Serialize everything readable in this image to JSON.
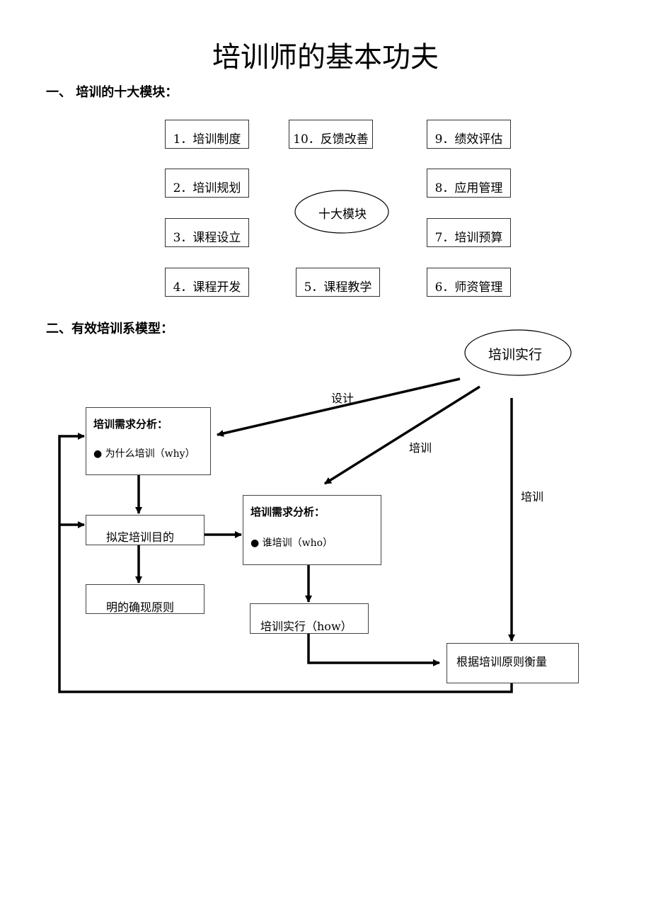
{
  "title": "培训师的基本功夫",
  "section1": {
    "heading": "一、  培训的十大模块：",
    "center": "十大模块",
    "modules": [
      "1．培训制度",
      "2．培训规划",
      "3．课程设立",
      "4．课程开发",
      "5．课程教学",
      "6．师资管理",
      "7．培训预算",
      "8．应用管理",
      "9．绩效评估",
      "10．反馈改善"
    ]
  },
  "section2": {
    "heading": "二、有效培训系模型：",
    "top_node": "培训实行",
    "edge_labels": {
      "design": "设计",
      "exec": "培训",
      "eval": "培训"
    },
    "box_why": {
      "title": "培训需求分析：",
      "bullet": "为什么培训（why）"
    },
    "box_goal": "拟定培训目的",
    "box_principle": "明的确现原则",
    "box_who": {
      "title": "培训需求分析：",
      "bullet": "谁培训（who）"
    },
    "box_how": "培训实行（how）",
    "box_measure": "根据培训原则衡量"
  }
}
